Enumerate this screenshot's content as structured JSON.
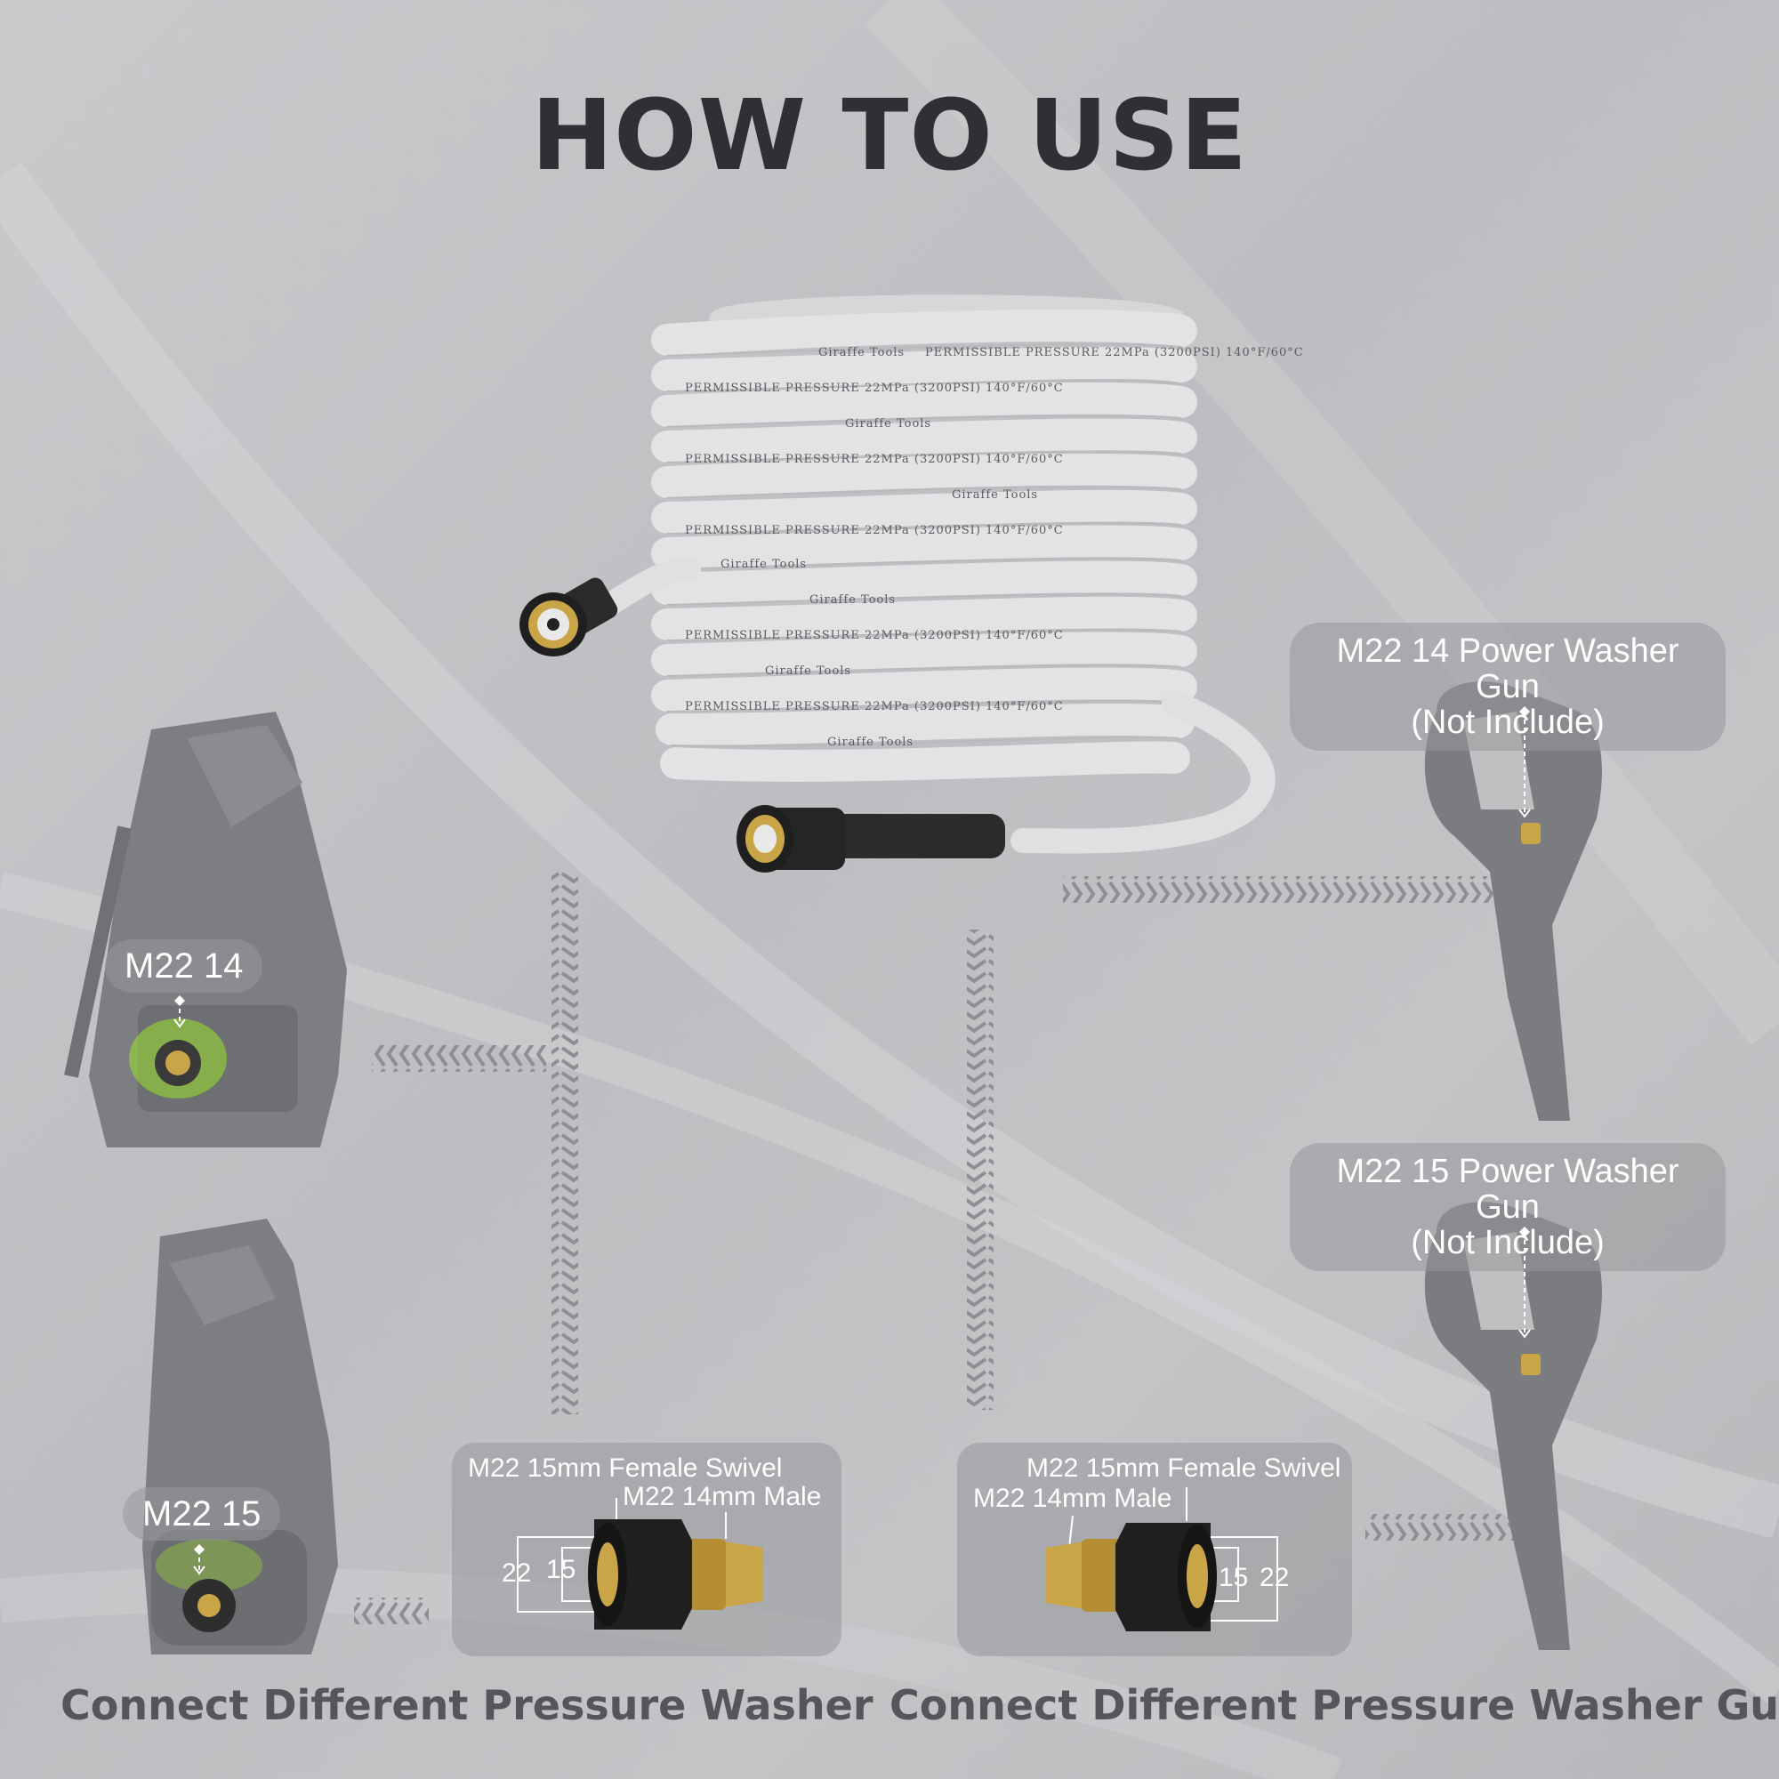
{
  "title": "HOW TO USE",
  "hose": {
    "brand": "Giraffe Tools",
    "print_line": "PERMISSIBLE  PRESSURE  22MPa  (3200PSI)  140°F/60°C"
  },
  "labels": {
    "gun_top": [
      "M22 14 Power Washer Gun",
      "(Not Include)"
    ],
    "gun_bottom": [
      "M22 15 Power Washer Gun",
      "(Not Include)"
    ],
    "washer_top_port": "M22 14",
    "washer_bottom_port": "M22 15"
  },
  "adapter_left": {
    "female": "M22 15mm Female Swivel",
    "male": "M22 14mm Male",
    "dim_outer": "22",
    "dim_inner": "15"
  },
  "adapter_right": {
    "female": "M22 15mm Female Swivel",
    "male": "M22 14mm Male",
    "dim_inner": "15",
    "dim_outer": "22"
  },
  "captions": {
    "left": "Connect Different Pressure Washer",
    "right": "Connect Different Pressure Washer Gun"
  },
  "colors": {
    "title": "#2f3033",
    "caption": "#55565a",
    "silhouette": "#7d7e81",
    "accent_green": "#9be22a",
    "brass": "#c9a548",
    "hose": "#e2e3e4"
  }
}
